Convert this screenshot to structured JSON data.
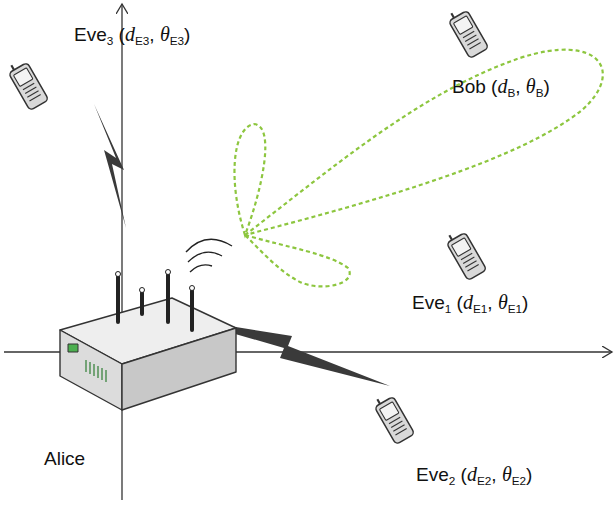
{
  "diagram": {
    "labels": [
      "Eve3 (dE3, θE3)",
      "Bob (dB, θB)",
      "Eve1 (dE1, θE1)",
      "Alice",
      "Eve2 (dE2, θE2)"
    ]
  }
}
